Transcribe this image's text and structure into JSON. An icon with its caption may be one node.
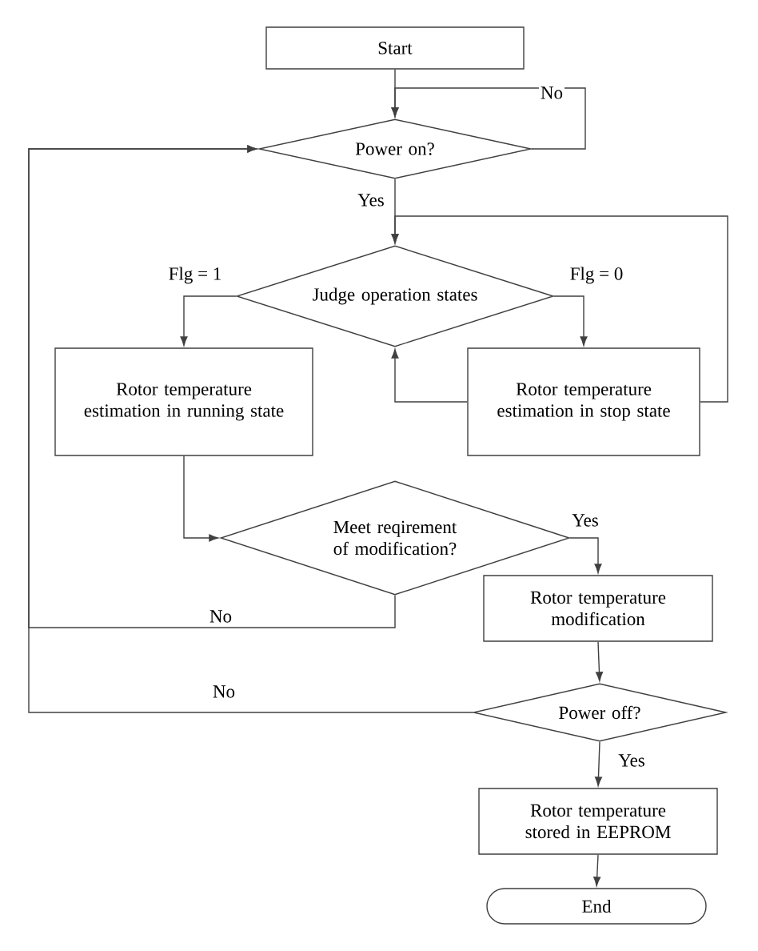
{
  "diagram": {
    "nodes": [
      {
        "text": [
          "Start"
        ]
      },
      {
        "text": [
          "Power on?"
        ]
      },
      {
        "text": [
          "Judge operation states"
        ]
      },
      {
        "text": [
          "Rotor temperature estimation in running state"
        ]
      },
      {
        "text": [
          "Rotor temperature estimation in stop state"
        ]
      },
      {
        "text": [
          "Meet reqirement of modification?"
        ]
      },
      {
        "text": [
          "Rotor temperature modification"
        ]
      },
      {
        "text": [
          "Power off?"
        ]
      },
      {
        "text": [
          "Rotor temperature stored in EEPROM"
        ]
      },
      {
        "text": [
          "End"
        ]
      }
    ],
    "edges": [
      {
        "from": 0,
        "to": 1,
        "arrow": "to"
      },
      {
        "from": 1,
        "to": 1,
        "arrow": "to",
        "label": "No"
      },
      {
        "from": 1,
        "to": 2,
        "arrow": "to",
        "label": "Yes"
      },
      {
        "from": 2,
        "to": 3,
        "arrow": "to",
        "label": "Flg = 1"
      },
      {
        "from": 2,
        "to": 4,
        "arrow": "to",
        "label": "Flg = 0"
      },
      {
        "from": 4,
        "to": 2,
        "arrow": "to"
      },
      {
        "from": 4,
        "to": 2,
        "arrow": "to"
      },
      {
        "from": 3,
        "to": 5,
        "arrow": "to"
      },
      {
        "from": 5,
        "to": 6,
        "arrow": "to",
        "label": "Yes"
      },
      {
        "from": 5,
        "to": 1,
        "arrow": "to",
        "label": "No"
      },
      {
        "from": 6,
        "to": 7,
        "arrow": "to"
      },
      {
        "from": 7,
        "to": 1,
        "arrow": "to",
        "label": "No"
      },
      {
        "from": 7,
        "to": 8,
        "arrow": "to",
        "label": "Yes"
      },
      {
        "from": 8,
        "to": 9,
        "arrow": "to"
      }
    ]
  }
}
